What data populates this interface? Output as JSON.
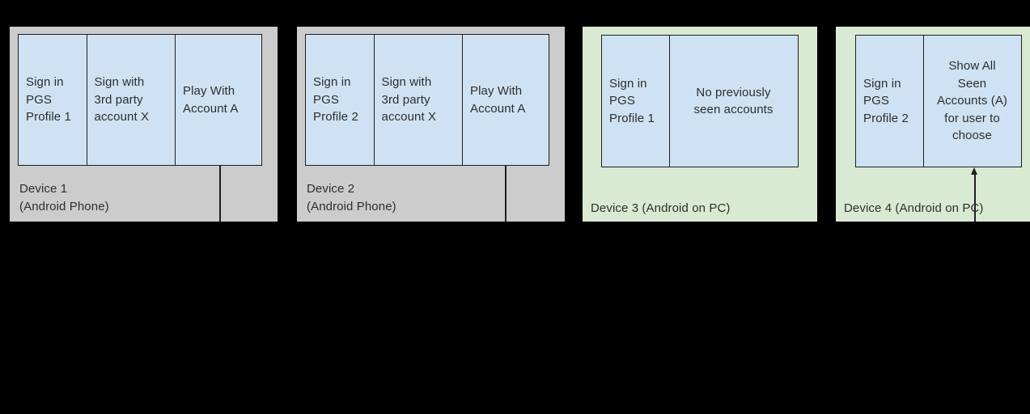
{
  "colors": {
    "background": "#000000",
    "phone_card": "#cccccc",
    "pc_card": "#d9ead3",
    "cell_fill": "#cfe2f3",
    "stroke": "#1f1f1f",
    "text": "#2e2e2e"
  },
  "devices": [
    {
      "label": "Device 1\n(Android Phone)",
      "cells": [
        {
          "text": "Sign in\nPGS\nProfile 1"
        },
        {
          "text": "Sign with\n3rd party\naccount X"
        },
        {
          "text": "Play With\nAccount A"
        }
      ]
    },
    {
      "label": "Device 2\n(Android Phone)",
      "cells": [
        {
          "text": "Sign in\nPGS\nProfile 2"
        },
        {
          "text": "Sign with\n3rd party\naccount X"
        },
        {
          "text": "Play With\nAccount A"
        }
      ]
    },
    {
      "label": "Device 3 (Android on PC)",
      "cells": [
        {
          "text": "Sign in\nPGS\nProfile 1"
        },
        {
          "text": "No previously\nseen accounts"
        }
      ]
    },
    {
      "label": "Device 4 (Android on PC)",
      "cells": [
        {
          "text": "Sign in\nPGS\nProfile 2"
        },
        {
          "text": "Show All\nSeen\nAccounts (A)\nfor user to\nchoose"
        }
      ]
    }
  ]
}
